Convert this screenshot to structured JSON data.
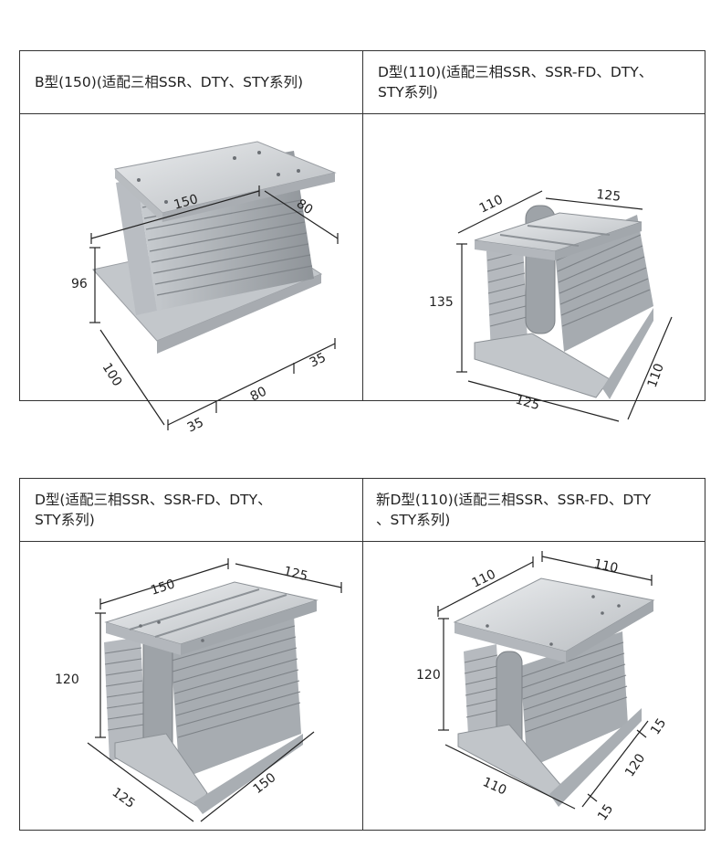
{
  "panels": [
    {
      "title": "B型(150)(适配三相SSR、DTY、STY系列)",
      "dims": {
        "top_length": "150",
        "top_width": "80",
        "height": "96",
        "side": "100",
        "base_left": "35",
        "base_mid": "80",
        "base_right": "35"
      }
    },
    {
      "title_line1": "D型(110)(适配三相SSR、SSR-FD、DTY、",
      "title_line2": "STY系列)",
      "dims": {
        "top_width": "110",
        "top_length": "125",
        "height": "135",
        "base": "125",
        "side": "110"
      }
    },
    {
      "title_line1": "D型(适配三相SSR、SSR-FD、DTY、",
      "title_line2": "STY系列)",
      "dims": {
        "top_length": "150",
        "top_width": "125",
        "height": "120",
        "base_left": "125",
        "base_right": "150"
      }
    },
    {
      "title_line1": "新D型(110)(适配三相SSR、SSR-FD、DTY",
      "title_line2": "、STY系列)",
      "dims": {
        "top_left": "110",
        "top_right": "110",
        "height": "120",
        "base": "110",
        "side_mid": "120",
        "side_top": "15",
        "side_bottom": "15"
      }
    }
  ]
}
